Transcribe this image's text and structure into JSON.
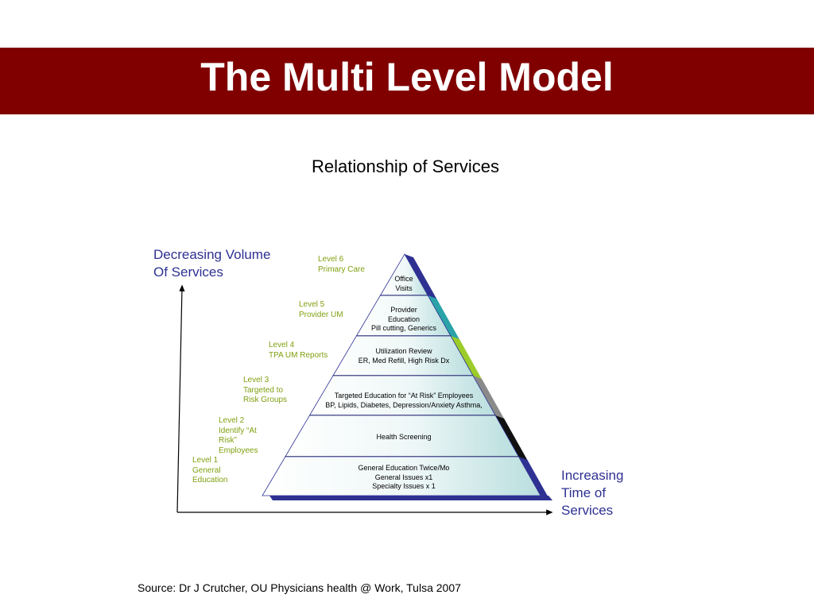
{
  "slide": {
    "title": "The Multi Level Model",
    "subtitle": "Relationship of Services",
    "source": "Source: Dr J Crutcher, OU Physicians health @ Work, Tulsa 2007"
  },
  "axes": {
    "y_label": [
      "Decreasing Volume",
      "Of Services"
    ],
    "x_label": [
      "Increasing",
      "Time of",
      "Services"
    ]
  },
  "levels": [
    {
      "label": [
        "Level 6",
        "Primary Care"
      ],
      "content": [
        "Office",
        "Visits"
      ],
      "edge_color": "#2e3192"
    },
    {
      "label": [
        "Level 5",
        "Provider UM"
      ],
      "content": [
        "Provider",
        "Education",
        "Pill cutting, Generics"
      ],
      "edge_color": "#2aa3a8"
    },
    {
      "label": [
        "Level 4",
        "TPA UM Reports"
      ],
      "content": [
        "Utilization Review",
        "ER, Med Refill, High Risk Dx"
      ],
      "edge_color": "#9ccc2a"
    },
    {
      "label": [
        "Level 3",
        "Targeted to",
        "Risk Groups"
      ],
      "content": [
        "Targeted Education for “At Risk” Employees",
        "BP, Lipids, Diabetes, Depression/Anxiety Asthma,"
      ],
      "edge_color": "#8a8a8a"
    },
    {
      "label": [
        "Level 2",
        "Identify “At",
        "Risk”",
        "Employees"
      ],
      "content": [
        "Health Screening"
      ],
      "edge_color": "#111111"
    },
    {
      "label": [
        "Level 1",
        "General",
        "Education"
      ],
      "content": [
        "General Education Twice/Mo",
        "General Issues x1",
        "Specialty Issues x 1"
      ],
      "edge_color": "#2e3192"
    }
  ],
  "colors": {
    "title_bar": "#800000",
    "axis_text": "#2e3192",
    "level_text": "#80a010",
    "pyramid_base": "#2e3192"
  }
}
